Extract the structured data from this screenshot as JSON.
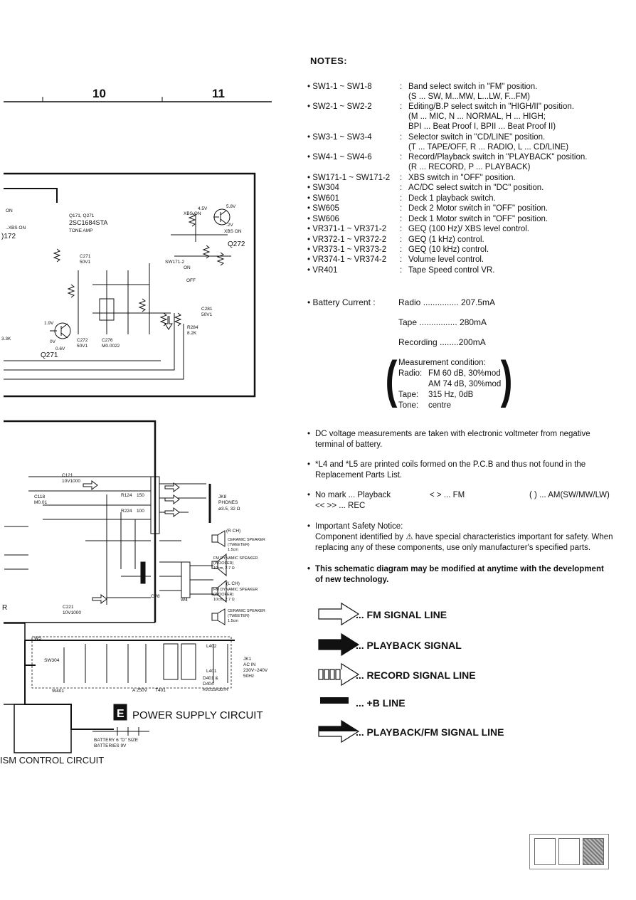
{
  "header": {
    "col_10": "10",
    "col_11": "11"
  },
  "schematic": {
    "labels": {
      "q171": "Q171, Q271",
      "part": "2SC1684STA",
      "tone": "TONE AMP",
      "q272": "Q272",
      "q271": "Q271",
      "i172": ")172",
      "k33": "3.3K",
      "on1": "ON",
      "xbs_on1": "..XBS ON",
      "xbs_on2": "XBS ON",
      "xbs_on3": "XBS ON",
      "v45": "4.5V",
      "v58": "5.8V",
      "v2": ".2V",
      "v19": "1.9V",
      "v0": "0V",
      "v06": "0.6V",
      "c271": "C271",
      "c271v": "50V1",
      "c272": "C272",
      "c272v": "50V1",
      "c276": "C276",
      "c276v": "M0.0022",
      "r284": "R284",
      "r284v": "8.2K",
      "c281": "C281",
      "c281v": "50V1",
      "sw171": "SW171-2",
      "on2": "ON",
      "off": "OFF",
      "c121": "C121",
      "c121v": "10V1000",
      "c118": "C118",
      "c118v": "M0.01",
      "r124": "R124",
      "r124v": "150",
      "r224": "R224",
      "r224v": "100",
      "jk8": "JK8",
      "jk8a": "PHONES",
      "jk8b": "ø3.5, 32 Ω",
      "rch": "(R CH)",
      "lch": "(L CH)",
      "sp1a": "CERAMIC SPEAKER",
      "sp1b": "(TWEETER)",
      "sp1c": "1.5cm",
      "sp2a": "FM DYNAMIC SPEAKER",
      "sp2b": "(WOOFER)",
      "sp2c": "10cm, 2.7 Ω",
      "sp3a": "FM DYNAMIC SPEAKER",
      "sp3b": "(WOOFER)",
      "sp3c": "10cm, 2.7 Ω",
      "sp4a": "CERAMIC SPEAKER",
      "sp4b": "(TWEETER)",
      "sp4c": "1.5cm",
      "cp8": "CP8",
      "w4": "W4",
      "c221": "C221",
      "c221v": "10V1000",
      "r": "R",
      "sw304": "SW304",
      "w401": "W401",
      "w5": "W5",
      "t401": "T401",
      "fuse": "A 250V",
      "l401": "L401",
      "l402": "L402",
      "jk1": "JK1",
      "jk1a": "AC IN",
      "jk1b": "230V~240V",
      "jk1c": "50Hz",
      "d401": "D401 &",
      "d404": "D404",
      "dpart": "RVD1SR30TR",
      "bat1": "BATTERY 6 \"D\" SIZE",
      "bat2": "BATTERIES 9V",
      "e_letter": "E",
      "power": "POWER SUPPLY CIRCUIT",
      "ism": "ISM CONTROL CIRCUIT"
    }
  },
  "notes": {
    "title": "NOTES:",
    "items": [
      {
        "key": "• SW1-1 ~ SW1-8",
        "desc": "Band select switch in \"FM\" position."
      },
      {
        "key": "",
        "desc": "(S ... SW, M...MW, L...LW, F...FM)"
      },
      {
        "key": "• SW2-1 ~ SW2-2",
        "desc": "Editing/B.P select switch in \"HIGH/II\" position."
      },
      {
        "key": "",
        "desc": "(M ... MIC, N ... NORMAL, H ... HIGH;"
      },
      {
        "key": "",
        "desc": " BPI ... Beat Proof I, BPII ... Beat Proof II)"
      },
      {
        "key": "• SW3-1 ~ SW3-4",
        "desc": "Selector switch in \"CD/LINE\" position."
      },
      {
        "key": "",
        "desc": "(T ... TAPE/OFF, R ... RADIO, L ... CD/LINE)"
      },
      {
        "key": "• SW4-1 ~ SW4-6",
        "desc": "Record/Playback switch in \"PLAYBACK\" position."
      },
      {
        "key": "",
        "desc": "(R ... RECORD, P ... PLAYBACK)"
      },
      {
        "key": "• SW171-1 ~ SW171-2",
        "desc": "XBS switch in \"OFF\" position."
      },
      {
        "key": "• SW304",
        "desc": "AC/DC select switch in \"DC\" position."
      },
      {
        "key": "• SW601",
        "desc": "Deck 1 playback switch."
      },
      {
        "key": "• SW605",
        "desc": "Deck 2 Motor switch in \"OFF\" position."
      },
      {
        "key": "• SW606",
        "desc": "Deck 1 Motor switch in \"OFF\" position."
      },
      {
        "key": "• VR371-1 ~ VR371-2",
        "desc": "GEQ (100 Hz)/ XBS level control."
      },
      {
        "key": "• VR372-1 ~ VR372-2",
        "desc": "GEQ (1 kHz) control."
      },
      {
        "key": "• VR373-1 ~ VR373-2",
        "desc": "GEQ (10 kHz) control."
      },
      {
        "key": "• VR374-1 ~ VR374-2",
        "desc": "Volume level control."
      },
      {
        "key": "• VR401",
        "desc": "Tape Speed control VR."
      }
    ],
    "colon": ":"
  },
  "battery": {
    "label": "• Battery Current :",
    "radio": "Radio ............... 207.5mA",
    "tape": "Tape ................ 280mA",
    "recording": "Recording ........200mA"
  },
  "measurement": {
    "title": "Measurement condition:",
    "radio_k": "Radio:",
    "radio_v1": "FM 60 dB, 30%mod",
    "radio_v2": "AM 74 dB, 30%mod",
    "tape_k": "Tape:",
    "tape_v": "315 Hz, 0dB",
    "tone_k": "Tone:",
    "tone_v": "centre"
  },
  "paragraphs": {
    "dc": "DC voltage measurements are taken with electronic voltmeter from negative terminal of battery.",
    "coils": "*L4 and *L5 are printed coils formed on the P.C.B and thus not found in the Replacement Parts List.",
    "nomark1": "No mark ... Playback",
    "nomark2": "< > ... FM",
    "nomark3": "( ) ... AM(SW/MW/LW)",
    "nomark4": "<<   >> ... REC",
    "safety_title": "Important Safety Notice:",
    "safety_body": "Component identified by ⚠ have special characteristics important for safety. When replacing any of these components, use only manufacturer's specified parts.",
    "modify": "This schematic diagram may be modified at anytime with the development of new technology."
  },
  "legend": [
    {
      "label": "... FM SIGNAL LINE"
    },
    {
      "label": "... PLAYBACK SIGNAL"
    },
    {
      "label": "... RECORD SIGNAL LINE"
    },
    {
      "label": "... +B LINE"
    },
    {
      "label": "... PLAYBACK/FM SIGNAL LINE"
    }
  ]
}
